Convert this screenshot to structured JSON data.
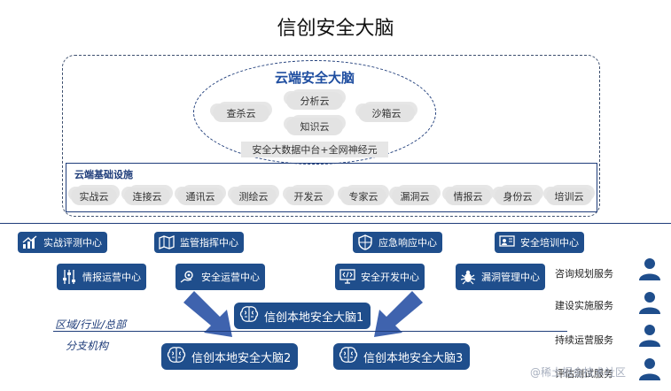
{
  "title": "信创安全大脑",
  "cloud_brain": {
    "title": "云端安全大脑",
    "clouds": [
      "查杀云",
      "分析云",
      "沙箱云",
      "知识云"
    ],
    "bigdata": "安全大数据中台+全网神经元"
  },
  "infrastructure": {
    "title": "云端基础设施",
    "clouds": [
      "实战云",
      "连接云",
      "通讯云",
      "测绘云",
      "开发云",
      "专家云",
      "漏洞云",
      "情报云",
      "身份云",
      "培训云"
    ]
  },
  "centers": [
    "实战评测中心",
    "监管指挥中心",
    "应急响应中心",
    "安全培训中心",
    "情报运营中心",
    "安全运营中心",
    "安全开发中心",
    "漏洞管理中心"
  ],
  "local_brains": [
    "信创本地安全大脑1",
    "信创本地安全大脑2",
    "信创本地安全大脑3"
  ],
  "region": {
    "line1": "区域/行业/总部",
    "line2": "分支机构"
  },
  "services": [
    "咨询规划服务",
    "建设实施服务",
    "持续运营服务",
    "评估测试服务"
  ],
  "watermark": "@稀土掘金技术社区",
  "colors": {
    "primary": "#1f4e8c",
    "accent": "#3f63ae",
    "line": "#1f3d7a"
  }
}
